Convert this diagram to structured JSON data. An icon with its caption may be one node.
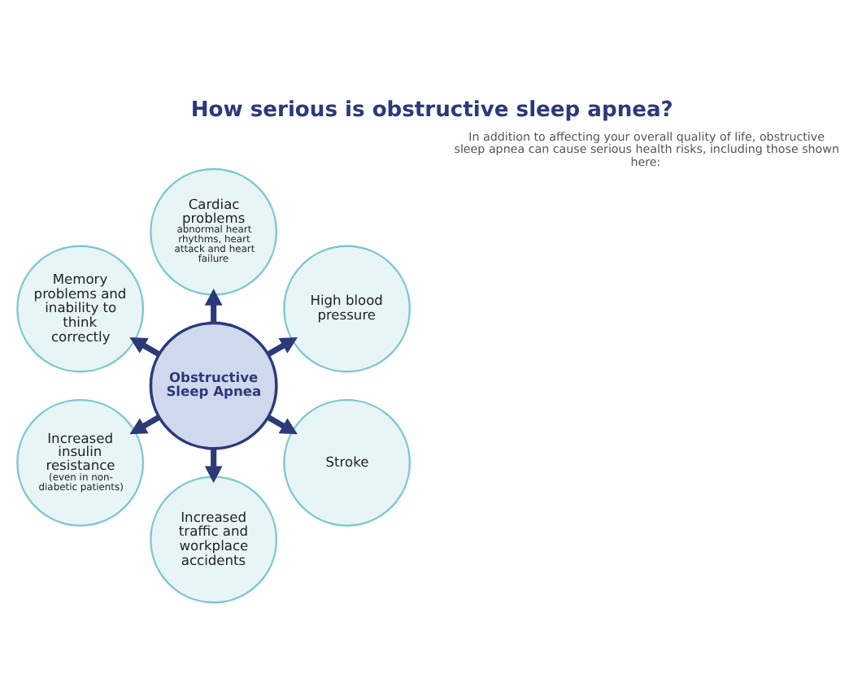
{
  "diagram": {
    "title": "How serious is obstructive sleep apnea?",
    "nodes": [
      {
        "text": [
          "High blood pressure"
        ]
      },
      {
        "text": [
          "Cardiac problems",
          "abnormal heart rhythms, heart attack and heart failure"
        ]
      },
      {
        "text": [
          "Memory problems and inability to think correctly"
        ]
      },
      {
        "text": [
          "Obstructive Sleep Apnea"
        ]
      },
      {
        "text": [
          "Increased insulin resistance",
          "(even in non-diabetic patients)"
        ]
      },
      {
        "text": [
          "Increased traffic and workplace accidents"
        ]
      },
      {
        "text": [
          "Stroke"
        ]
      }
    ],
    "edges": [
      {
        "from": 3,
        "to": 0,
        "arrow": "to"
      },
      {
        "from": 3,
        "to": 1,
        "arrow": "to"
      },
      {
        "from": 3,
        "to": 2,
        "arrow": "to"
      },
      {
        "from": 3,
        "to": 4,
        "arrow": "to"
      },
      {
        "from": 3,
        "to": 5,
        "arrow": "to"
      },
      {
        "from": 3,
        "to": 6,
        "arrow": "to"
      }
    ],
    "labels": [
      "In addition to affecting your overall quality of life, obstructive sleep apnea can cause serious health risks, including those shown here:"
    ]
  }
}
